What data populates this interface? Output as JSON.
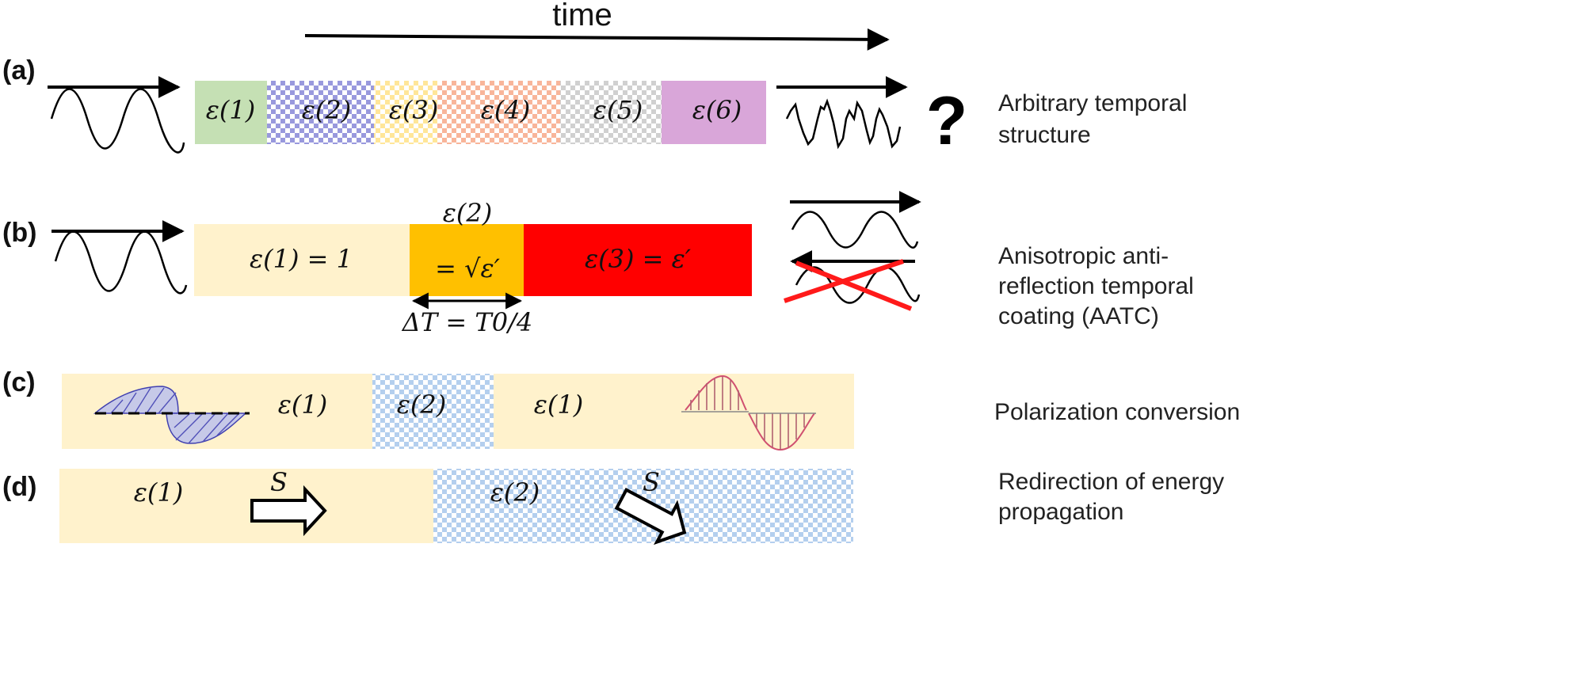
{
  "title": "time",
  "panels": {
    "a": {
      "label": "(a)",
      "segments": [
        "ε(1)",
        "ε(2)",
        "ε(3)",
        "ε(4)",
        "ε(5)",
        "ε(6)"
      ],
      "output": "?",
      "description": "Arbitrary temporal structure",
      "colors": [
        "#c5e0b4",
        "#9999dd",
        "#ffe699",
        "#f8b59a",
        "#d0d0d0",
        "#d9a6d9"
      ]
    },
    "b": {
      "label": "(b)",
      "seg1": "ε(1) = 1",
      "seg2_top": "ε(2)",
      "seg2_bottom": "= √ε′",
      "seg3": "ε(3) = ε′",
      "interval": "ΔT = T0/4",
      "description": "Anisotropic anti-reflection temporal coating (AATC)",
      "colors": [
        "#fff2cc",
        "#ffc000",
        "#ff0000"
      ]
    },
    "c": {
      "label": "(c)",
      "segments": [
        "ε(1)",
        "ε(2)",
        "ε(1)"
      ],
      "description": "Polarization conversion"
    },
    "d": {
      "label": "(d)",
      "segments": [
        "ε(1)",
        "ε(2)"
      ],
      "vector": "S",
      "description": "Redirection of energy propagation"
    }
  }
}
